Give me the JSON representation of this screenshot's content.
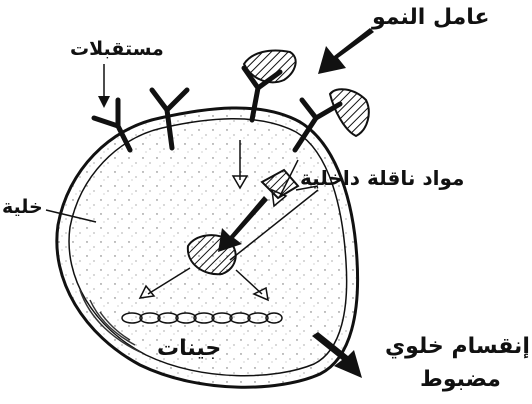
{
  "labels": {
    "growth_factor": "عامل النمو",
    "receptors": "مستقبلات",
    "cell": "خلية",
    "internal_transducers": "مواد ناقلة داخلية",
    "genes": "جينات",
    "cell_division_line1": "إنقسام خلوي",
    "cell_division_line2": "مضبوط"
  },
  "colors": {
    "ink": "#111111",
    "background": "#ffffff",
    "cell_fill": "#ffffff"
  }
}
